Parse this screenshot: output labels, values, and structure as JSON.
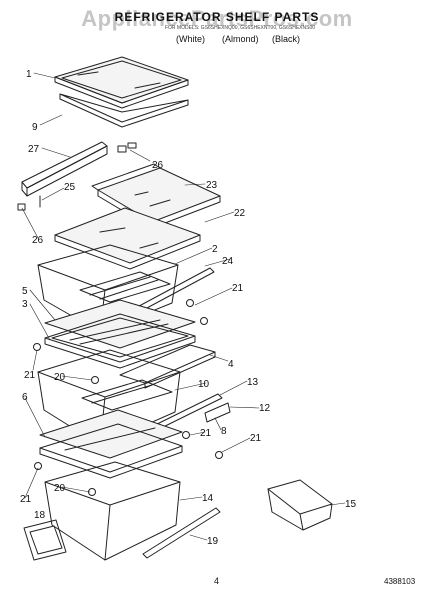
{
  "watermark": "AppliancePartsPros.com",
  "header": {
    "title": "REFRIGERATOR SHELF PARTS",
    "subtitle": "FOR MODELS: GS6SHEXNQ00, GS6SHEXNT00, GS6SHEXNS00",
    "colors": [
      "(White)",
      "(Almond)",
      "(Black)"
    ]
  },
  "callouts": [
    "1",
    "9",
    "27",
    "26",
    "25",
    "26",
    "23",
    "22",
    "2",
    "24",
    "5",
    "3",
    "21",
    "21",
    "4",
    "20",
    "10",
    "13",
    "6",
    "12",
    "8",
    "21",
    "21",
    "21",
    "20",
    "14",
    "18",
    "15",
    "19"
  ],
  "footer": {
    "page_number": "4",
    "doc_number": "4388103"
  },
  "colors": {
    "ink": "#222222",
    "glass": "#f4f4f4",
    "watermark": "#9a9a9a"
  }
}
